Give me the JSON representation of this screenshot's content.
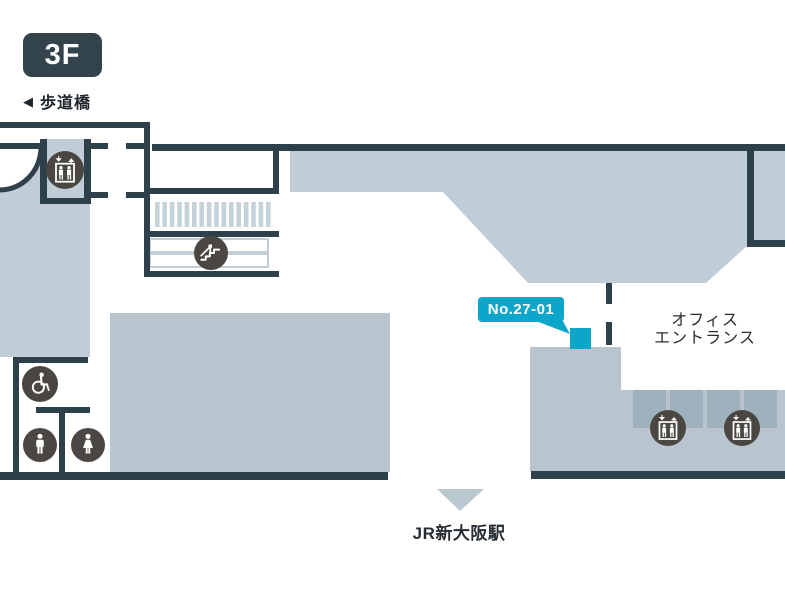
{
  "floor": {
    "badge": "3F"
  },
  "nav": {
    "bridge_arrow": "◀",
    "bridge_label": "歩道橋"
  },
  "signage": {
    "badge": "No.27-01"
  },
  "office": {
    "line1": "オフィス",
    "line2": "エントランス"
  },
  "station": {
    "label": "JR新大阪駅"
  },
  "icons": {
    "bridge_direction": "left-triangle-icon",
    "elevator": "elevator-icon",
    "escalator": "escalator-icon",
    "wheelchair": "wheelchair-icon",
    "mens_restroom": "mens-restroom-icon",
    "womens_restroom": "womens-restroom-icon",
    "station_direction": "down-triangle-icon"
  },
  "colors": {
    "wall": "#2e4049",
    "floor_badge_bg": "#33434c",
    "accent_cyan": "#0ba6c9",
    "area_light": "#c1cdd6",
    "area_medium": "#b9c5ce",
    "area_dark": "#9eb1bc",
    "stair_bar": "#c6d2da",
    "escalator_band_outline": "#c2ced6",
    "icon_circle": "#4a4743",
    "marker_triangle": "#b9c7d1",
    "text": "#252c33",
    "background": "#ffffff"
  }
}
